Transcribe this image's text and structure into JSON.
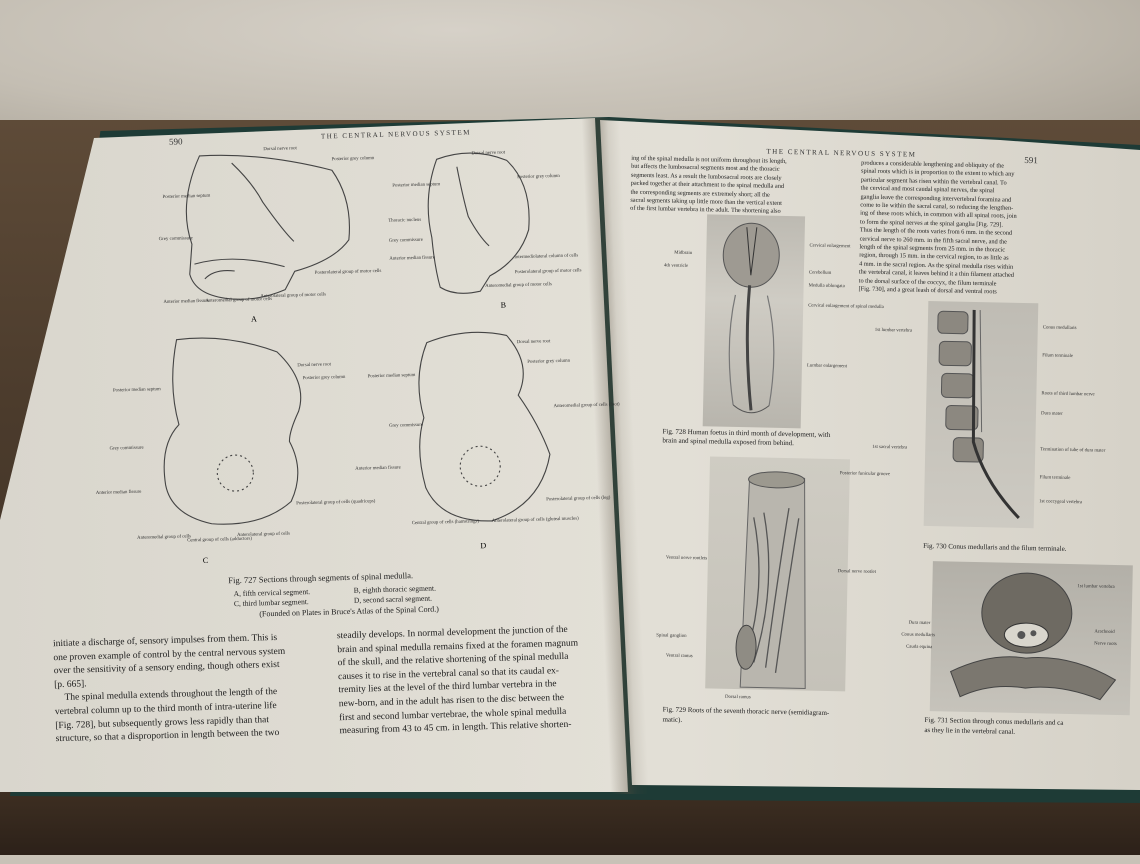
{
  "left_page": {
    "page_number": "590",
    "running_head": "THE CENTRAL NERVOUS SYSTEM",
    "figure_727": {
      "panel_letters": [
        "A",
        "B",
        "C",
        "D"
      ],
      "panel_a_labels": [
        "Dorsal nerve root",
        "Posterior grey column",
        "Posterior median septum",
        "Grey commissure",
        "Posterolateral group of motor cells",
        "Anterior median fissure",
        "Anteromedial group of motor cells",
        "Anterolateral group of motor cells"
      ],
      "panel_b_labels": [
        "Dorsal nerve root",
        "Posterior median septum",
        "Posterior grey column",
        "Thoracic nucleus",
        "Grey commissure",
        "Intermediolateral column of cells",
        "Anterior median fissure",
        "Posterolateral group of motor cells",
        "Anteromedial group of motor cells"
      ],
      "panel_c_labels": [
        "Dorsal nerve root",
        "Posterior grey column",
        "Posterior median septum",
        "Grey commissure",
        "Anterior median fissure",
        "Posterolateral group of cells (quadriceps)",
        "Anteromedial group of cells",
        "Central group of cells (adductors)",
        "Anterolateral group of cells"
      ],
      "panel_d_labels": [
        "Dorsal nerve root",
        "Posterior grey column",
        "Posterior median septum",
        "Grey commissure",
        "Anteromedial group of cells (foot)",
        "Anterior median fissure",
        "Posterolateral group of cells (leg)",
        "Central group of cells (hamstrings)",
        "Anterolateral group of cells (gluteal muscles)"
      ],
      "caption_title": "Fig. 727   Sections through segments of spinal medulla.",
      "caption_line_a": "A, fifth cervical segment.",
      "caption_line_b": "B, eighth thoracic segment.",
      "caption_line_c": "C, third lumbar segment.",
      "caption_line_d": "D, second sacral segment.",
      "caption_source": "(Founded on Plates in Bruce's Atlas of the Spinal Cord.)"
    },
    "col1_lines": [
      "initiate a discharge of, sensory impulses from them.  This is",
      "one proven example of control by the central nervous system",
      "over the sensitivity of a sensory ending, though others exist",
      "[p. 665].",
      "The spinal medulla extends throughout the length of the",
      "vertebral column up to the third month of intra-uterine life",
      "[Fig. 728], but subsequently grows less rapidly than that",
      "structure, so that a disproportion in length between the two"
    ],
    "col2_lines": [
      "steadily develops.  In normal development the junction of the",
      "brain and spinal medulla remains fixed at the foramen magnum",
      "of the skull, and the relative shortening of the spinal medulla",
      "causes it to rise in the vertebral canal so that its caudal ex-",
      "tremity lies at the level of the third lumbar vertebra in the",
      "new-born, and in the adult has risen to the disc between the",
      "first and second lumbar vertebrae, the whole spinal medulla",
      "measuring from 43 to 45 cm. in length.  This relative shorten-"
    ]
  },
  "right_page": {
    "page_number": "591",
    "running_head": "THE CENTRAL NERVOUS SYSTEM",
    "col1_lines": [
      "ing of the spinal medulla is not uniform throughout its length,",
      "but affects the lumbosacral segments most and the thoracic",
      "segments least.  As a result the lumbosacral roots are closely",
      "packed together at their attachment to the spinal medulla and",
      "the corresponding segments are extremely short; all the",
      "sacral segments taking up little more than the vertical extent",
      "of the first lumbar vertebra in the adult.  The shortening also"
    ],
    "col2_lines": [
      "produces a considerable lengthening and obliquity of the",
      "spinal roots which is in proportion to the extent to which any",
      "particular segment has risen within the vertebral canal.  To",
      "the cervical and most caudal spinal nerves, the spinal",
      "ganglia leave the corresponding intervertebral foramina and",
      "come to lie within the sacral canal, so reducing the lengthen-",
      "ing of these roots which, in common with all spinal roots, join",
      "to form the spinal nerves at the spinal ganglia [Fig. 729].",
      "Thus the length of the roots varies from 6 mm. in the second",
      "cervical nerve to 260 mm. in the fifth sacral nerve, and the",
      "length of the spinal segments from 25 mm. in the thoracic",
      "region, through 15 mm. in the cervical region, to as little as",
      "4 mm. in the sacral region.  As the spinal medulla rises within",
      "the vertebral canal, it leaves behind it a thin filament attached",
      "to the dorsal surface of the coccyx, the filum terminale",
      "[Fig. 730], and a great leash of dorsal and ventral roots"
    ],
    "fig_728": {
      "labels": [
        "Midbrain",
        "4th ventricle",
        "Cervical enlargement",
        "Cerebellum",
        "Medulla oblongata",
        "Cervical enlargement of spinal medulla",
        "Lumbar enlargement"
      ],
      "caption_line1": "Fig. 728   Human foetus in third month of development, with",
      "caption_line2": "brain and spinal medulla exposed from behind."
    },
    "fig_729": {
      "labels": [
        "Posterior funicular groove",
        "Ventral nerve rootlets",
        "Dorsal nerve rootlet",
        "Spinal ganglion",
        "Ventral ramus",
        "Dorsal ramus"
      ],
      "caption_line1": "Fig. 729   Roots of the seventh thoracic nerve (semidiagram-",
      "caption_line2": "matic)."
    },
    "fig_730": {
      "labels": [
        "1st lumbar vertebra",
        "Conus medullaris",
        "Filum terminale",
        "Roots of third lumbar nerve",
        "Dura mater",
        "1st sacral vertebra",
        "Termination of tube of dura mater",
        "Filum terminale",
        "1st coccygeal vertebra"
      ],
      "caption": "Fig. 730   Conus medullaris and the filum terminale."
    },
    "fig_731": {
      "labels": [
        "1st lumbar vertebra",
        "Dura mater",
        "Conus medullaris",
        "Cauda equina",
        "Arachnoid",
        "Nerve roots"
      ],
      "caption_line1": "Fig. 731   Section through conus medullaris and ca",
      "caption_line2": "as they lie in the vertebral canal."
    }
  }
}
